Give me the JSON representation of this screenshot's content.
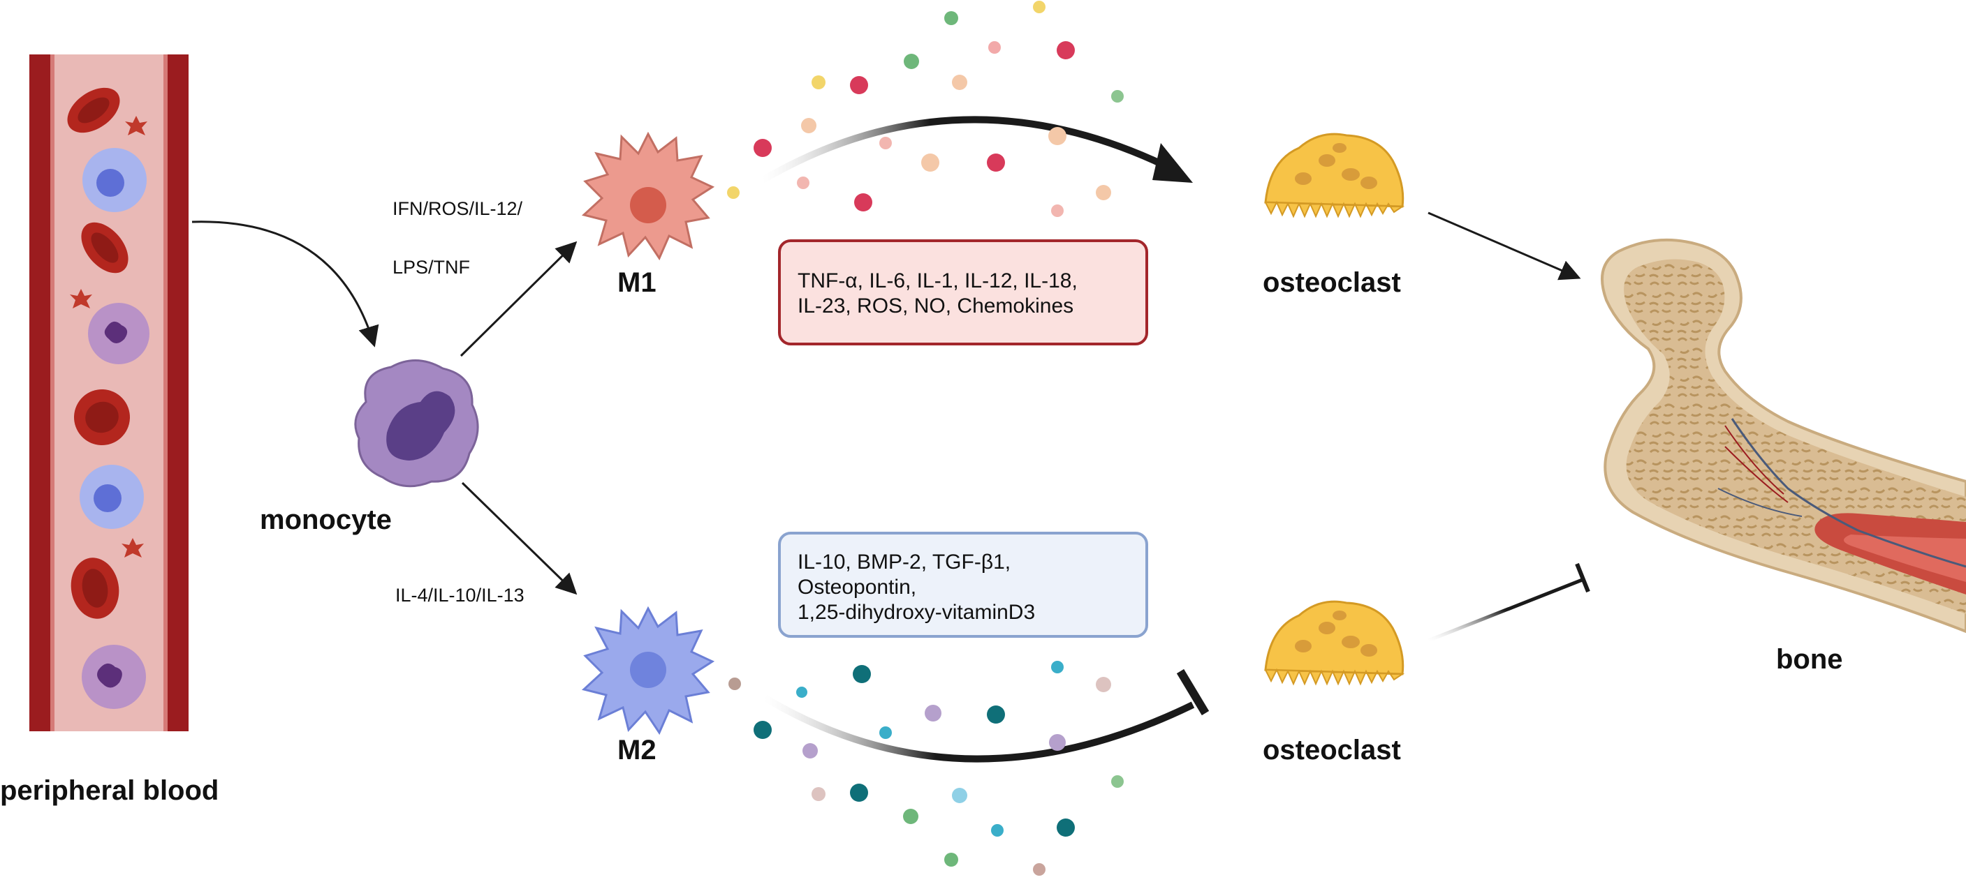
{
  "labels": {
    "peripheral_blood": "peripheral blood",
    "monocyte": "monocyte",
    "m1": "M1",
    "m2": "M2",
    "osteoclast_top": "osteoclast",
    "osteoclast_bottom": "osteoclast",
    "bone": "bone"
  },
  "stimuli": {
    "m1_line1": "IFN/ROS/IL-12/",
    "m1_line2": "LPS/TNF",
    "m2_line1": "IL-4/IL-10/IL-13"
  },
  "m1_box": {
    "line1": "TNF-α,  IL-6, IL-1, IL-12, IL-18,",
    "line2": "IL-23, ROS, NO, Chemokines"
  },
  "m2_box": {
    "line1": "IL-10, BMP-2, TGF-β1,",
    "line2": "Osteopontin,",
    "line3": "1,25-dihydroxy-vitaminD3"
  },
  "colors": {
    "vessel_wall": "#9b1c1f",
    "vessel_lumen": "#e9b9b6",
    "rbc": "#b3261e",
    "m1_cell": "#ec9a8e",
    "m2_cell": "#9aa9ec",
    "monocyte_cell": "#a488c2",
    "osteoclast": "#f7c347",
    "bone_outer": "#e7d3b3",
    "bone_inner": "#d4b48b",
    "m1_box_border": "#a3262b",
    "m1_box_fill": "#fbe1df",
    "m2_box_border": "#8aa3cf",
    "m2_box_fill": "#edf2fa"
  }
}
